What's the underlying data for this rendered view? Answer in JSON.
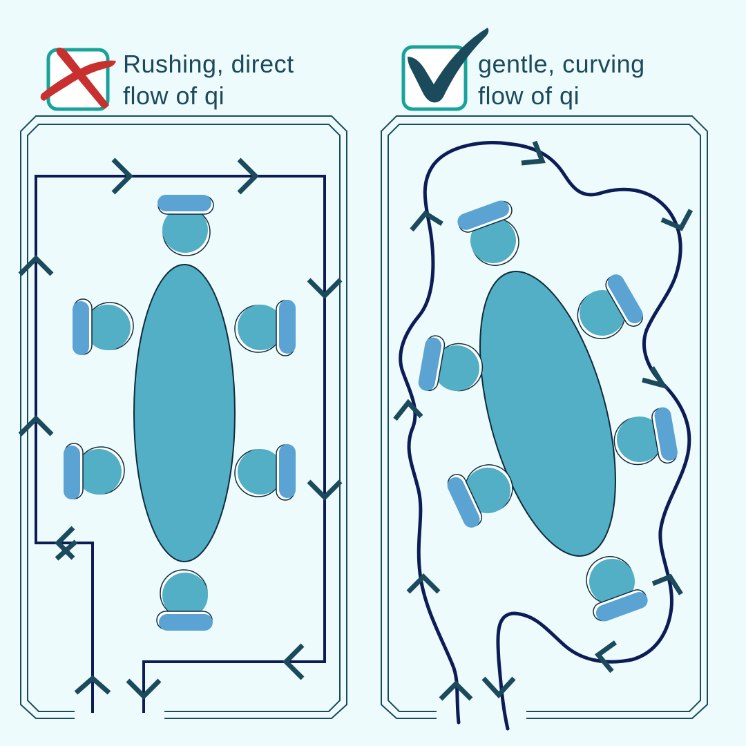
{
  "colors": {
    "background": "#eefbfc",
    "outline": "#1b4a5c",
    "flow_path": "#0d1c55",
    "table_fill": "#52afc6",
    "seat_fill": "#52afc6",
    "backrest_fill": "#5aa3d2",
    "badge_border": "#18a39a",
    "cross": "#c8302f",
    "check": "#1b4a5c"
  },
  "panels": {
    "left": {
      "verdict_icon": "red-cross-icon",
      "caption_line1": "Rushing, direct",
      "caption_line2": "flow of qi"
    },
    "right": {
      "verdict_icon": "check-mark-icon",
      "caption_line1": "gentle, curving",
      "caption_line2": "flow of qi"
    }
  }
}
